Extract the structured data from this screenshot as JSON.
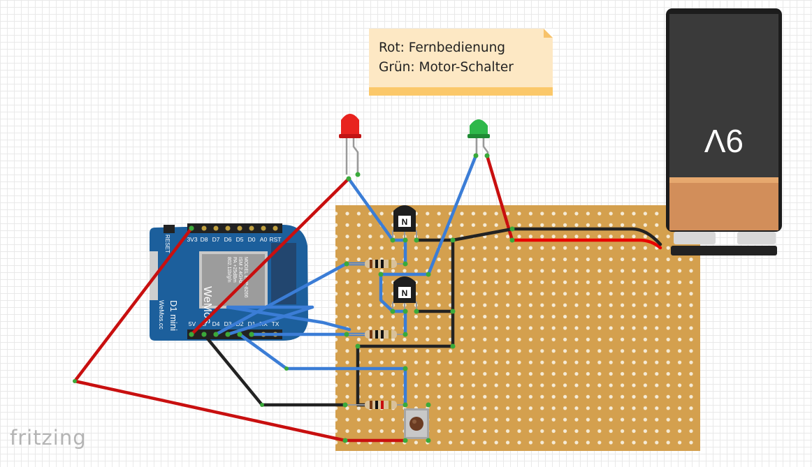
{
  "note": {
    "line1": "Rot: Fernbedienung",
    "line2": "Grün: Motor-Schalter"
  },
  "battery": {
    "label": "9V"
  },
  "d1mini": {
    "top_pins": [
      "3V3",
      "D8",
      "D7",
      "D6",
      "D5",
      "D0",
      "A0",
      "RST"
    ],
    "bottom_pins": [
      "5V",
      "G",
      "D4",
      "D3",
      "D2",
      "D1",
      "RX",
      "TX"
    ],
    "reset_label": "RESET",
    "title": "D1 mini",
    "brand": "WeMos.cc",
    "module_lines": [
      "MODEL ESP-8266",
      "ISM 2.4GHz",
      "PA +25dBm",
      "802.11b/g/n"
    ],
    "shield_brand": "WeMos"
  },
  "transistors": {
    "label": "N"
  },
  "leds": {
    "red_color": "#e8231f",
    "green_color": "#2eb84a"
  },
  "wires": {
    "red": "#c80f0f",
    "black": "#222222",
    "blue": "#3b7dd6"
  },
  "footer": {
    "logo_text": "fritzing"
  }
}
